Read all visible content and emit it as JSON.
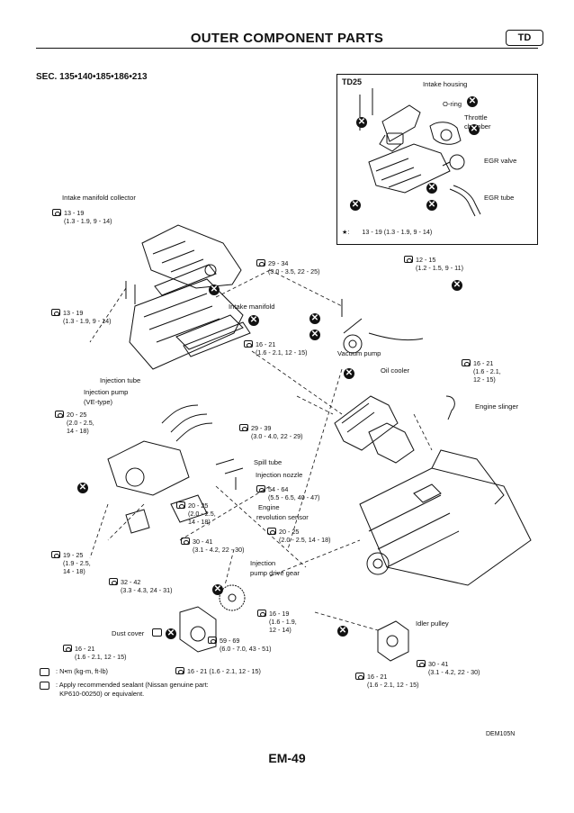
{
  "header": {
    "title": "OUTER COMPONENT PARTS",
    "badge": "TD"
  },
  "section": "SEC. 135•140•185•186•213",
  "inset": {
    "title": "TD25",
    "labels": {
      "intake_housing": "Intake housing",
      "o_ring": "O-ring",
      "throttle": "Throttle",
      "chamber": "chamber",
      "egr_valve": "EGR valve",
      "egr_tube": "EGR tube"
    },
    "star_note": "★:       13 - 19 (1.3 - 1.9, 9 - 14)"
  },
  "labels": {
    "intake_manifold_collector": "Intake manifold collector",
    "intake_manifold": "Intake manifold",
    "vacuum_pump": "Vacuum pump",
    "oil_cooler": "Oil cooler",
    "engine_slinger": "Engine slinger",
    "injection_tube": "Injection tube",
    "injection_pump": "Injection pump",
    "ve_type": "(VE-type)",
    "spill_tube": "Spill tube",
    "injection_nozzle": "Injection nozzle",
    "engine": "Engine",
    "revolution_sensor": "revolution sensor",
    "injection2": "Injection",
    "pump_drive_gear": "pump drive gear",
    "dust_cover": "Dust cover",
    "idler_pulley": "Idler pulley"
  },
  "torques": {
    "t01": "13 - 19\n(1.3 - 1.9, 9 - 14)",
    "t02": "13 - 19\n(1.3 - 1.9, 9 - 14)",
    "t03": "29 - 34\n(3.0 - 3.5, 22 - 25)",
    "t04": "12 - 15\n(1.2 - 1.5, 9 - 11)",
    "t05": "16 - 21\n(1.6 - 2.1, 12 - 15)",
    "t06": "16 - 21\n(1.6 - 2.1,\n12 - 15)",
    "t07": "20 - 25\n(2.0 - 2.5,\n14 - 18)",
    "t08": "29 - 39\n(3.0 - 4.0, 22 - 29)",
    "t09": "54 - 64\n(5.5 - 6.5, 40 - 47)",
    "t10": "20 - 25\n(2.0 - 2.5,\n14 - 18)",
    "t11": "20 - 25\n(2.0 - 2.5, 14 - 18)",
    "t12": "30 - 41\n(3.1 - 4.2, 22 - 30)",
    "t13": "19 - 25\n(1.9 - 2.5,\n14 - 18)",
    "t14": "32 - 42\n(3.3 - 4.3, 24 - 31)",
    "t15": "16 - 19\n(1.6 - 1.9,\n12 - 14)",
    "t16": "16 - 21\n(1.6 - 2.1, 12 - 15)",
    "t17": "59 - 69\n(6.0 - 7.0, 43 - 51)",
    "t18": "16 - 21 (1.6 - 2.1, 12 - 15)",
    "t19": "30 - 41\n(3.1 - 4.2, 22 - 30)",
    "t20": "16 - 21\n(1.6 - 2.1, 12 - 15)"
  },
  "legend": {
    "torque_unit": ": N•m (kg-m, ft-lb)",
    "sealant": ": Apply recommended sealant (Nissan genuine part:\n  KP610-00250) or equivalent."
  },
  "footer": {
    "code": "DEM105N",
    "page": "EM-49"
  }
}
